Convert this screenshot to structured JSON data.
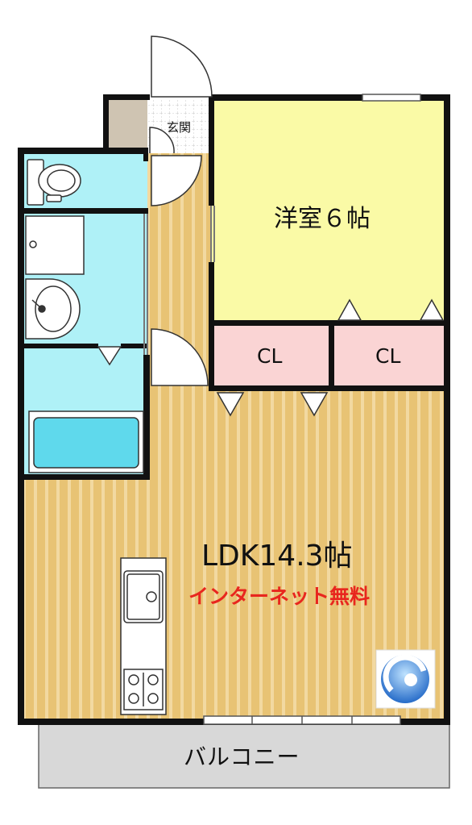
{
  "rooms": {
    "western_room": "洋室６帖",
    "closet_1": "CL",
    "closet_2": "CL",
    "ldk": "LDK14.3帖",
    "entrance": "玄関",
    "balcony": "バルコニー"
  },
  "notice": {
    "text": "インターネット無料",
    "color": "#e8261e"
  },
  "colors": {
    "wall": "#111111",
    "western_room_floor": "#fafaa6",
    "closet_floor": "#fad4d4",
    "wood_floor": "#e8c374",
    "wood_stripe": "#f2d9a1",
    "water_area": "#aff1f7",
    "bathtub": "#5fd9ec",
    "entrance_tile": "#d3d3d3",
    "balcony": "#d8d8d8",
    "storage": "#cfc4b2",
    "logo_blue": "#1a62c4"
  },
  "icons": [
    "toilet-icon",
    "washbasin-icon",
    "washing-machine-icon",
    "bathtub-icon",
    "kitchen-sink-icon",
    "stove-icon",
    "logo-icon"
  ]
}
